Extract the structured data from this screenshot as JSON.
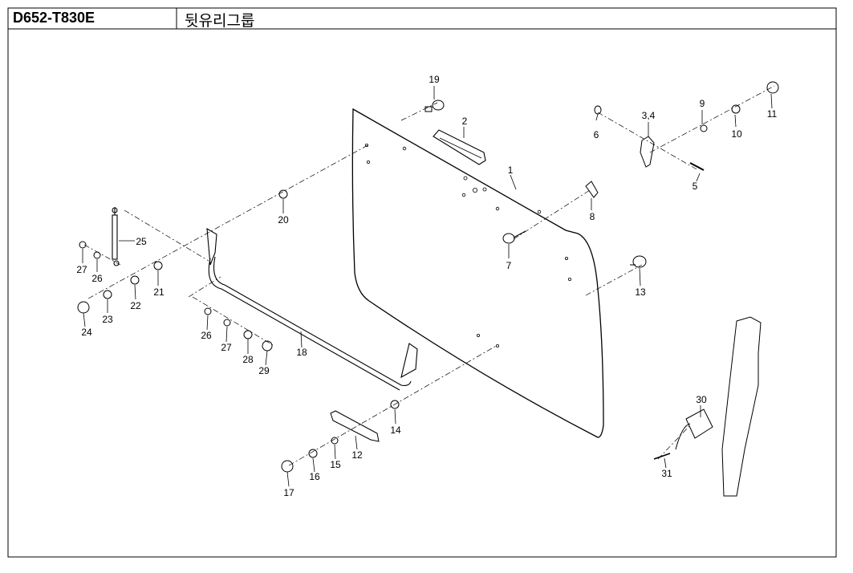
{
  "header": {
    "model_code": "D652-T830E",
    "group_title": "뒷유리그룹"
  },
  "callouts": [
    "1",
    "2",
    "3,4",
    "5",
    "6",
    "7",
    "8",
    "9",
    "10",
    "11",
    "12",
    "13",
    "14",
    "15",
    "16",
    "17",
    "18",
    "19",
    "20",
    "21",
    "22",
    "23",
    "24",
    "25",
    "26",
    "27",
    "28",
    "29",
    "30",
    "31",
    "26",
    "27"
  ],
  "colors": {
    "line": "#000000",
    "background": "#ffffff"
  }
}
